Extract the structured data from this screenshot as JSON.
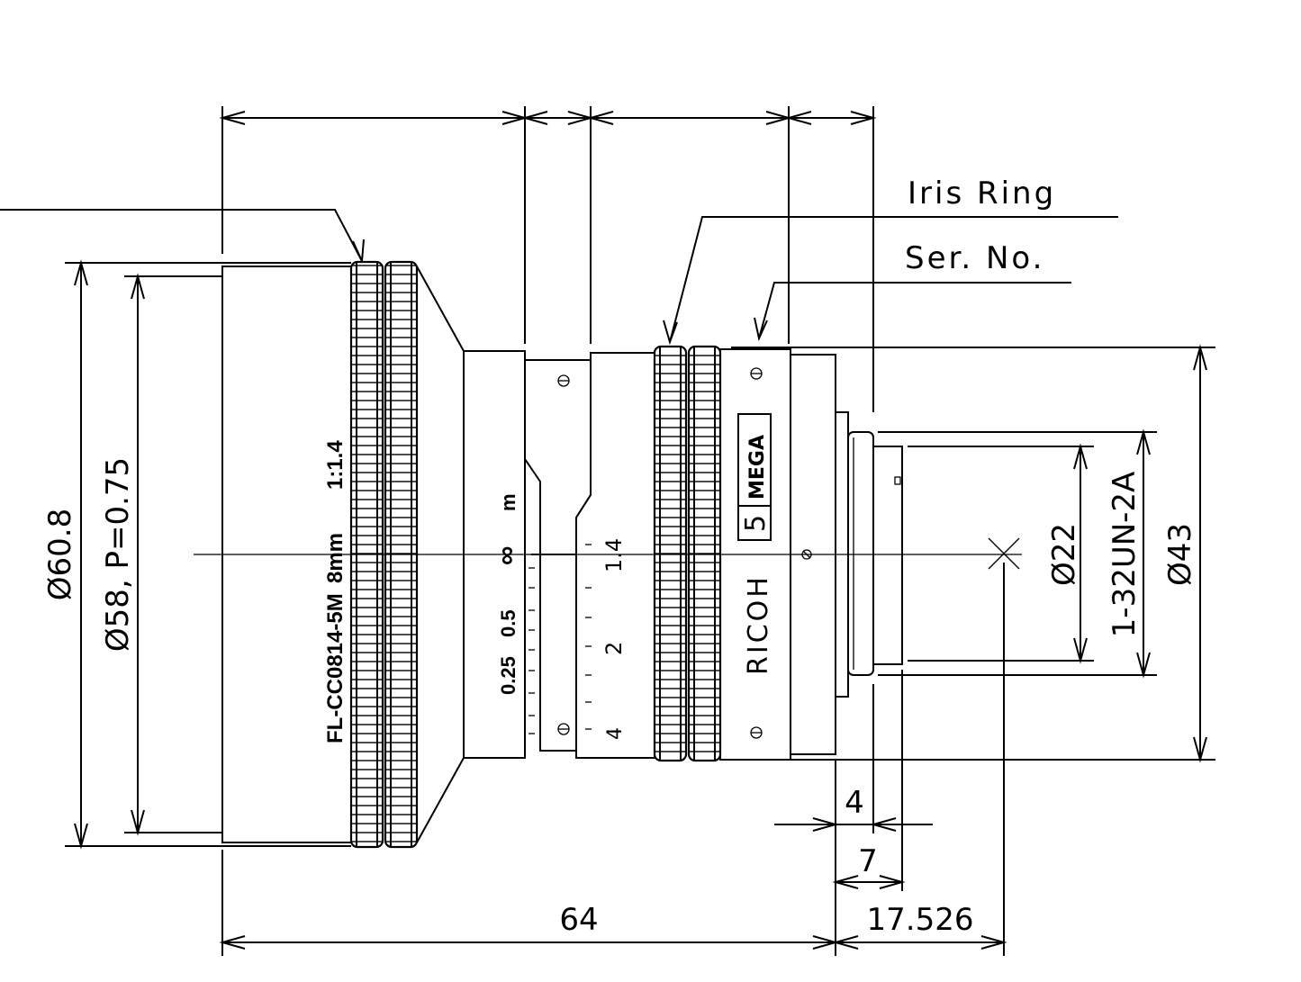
{
  "drawing": {
    "dimensions": {
      "outer_diameter": "Ø60.8",
      "filter_thread": "Ø58, P=0.75",
      "total_length": "64",
      "flange_distance": "17.526",
      "rear_4": "4",
      "rear_7": "7",
      "mount_thread": "1-32UN-2A",
      "rear_diameter": "Ø22",
      "body_diameter": "Ø43"
    },
    "callouts": {
      "iris_ring": "Iris Ring",
      "serial_no": "Ser. No."
    },
    "lens_markings": {
      "model": "FL-CC0814-5M",
      "focal": "8mm",
      "aperture": "1:1.4",
      "distance_unit": "m",
      "distance_inf": "∞",
      "distance_05": "0.5",
      "distance_025": "0.25",
      "fstop_14": "1.4",
      "fstop_2": "2",
      "fstop_4": "4",
      "brand": "RICOH",
      "badge_number": "5",
      "badge_text": "MEGA"
    }
  }
}
